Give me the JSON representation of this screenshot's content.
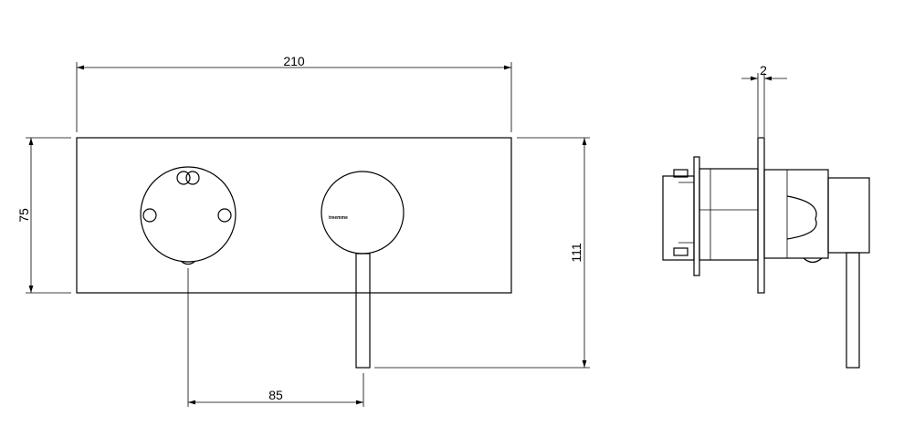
{
  "dimensions": {
    "width_total": "210",
    "height_plate": "75",
    "height_overall": "111",
    "center_distance": "85",
    "plate_thickness": "2"
  },
  "brand_mark": "treemme",
  "colors": {
    "line": "#000000",
    "background": "#ffffff"
  }
}
